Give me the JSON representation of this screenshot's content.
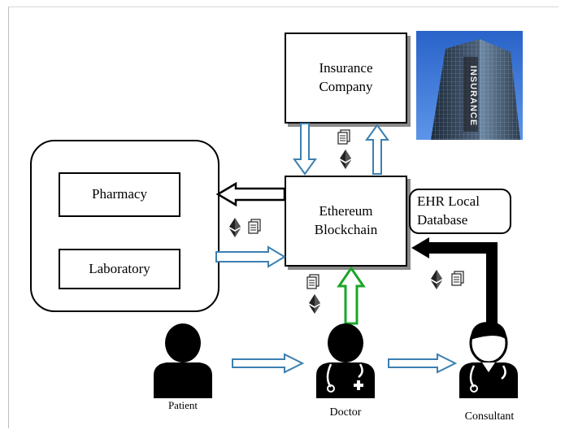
{
  "nodes": {
    "insurance": "Insurance\nCompany",
    "blockchain": "Ethereum\nBlockchain",
    "pharmacy": "Pharmacy",
    "laboratory": "Laboratory",
    "ehr": "EHR Local\nDatabase"
  },
  "actors": {
    "patient": "Patient",
    "doctor": "Doctor",
    "consultant": "Consultant"
  },
  "building_sign": "INSURANCE",
  "colors": {
    "outline_arrow": "#3c7fb0",
    "green_arrow": "#1aa52b",
    "solid": "#000000"
  }
}
